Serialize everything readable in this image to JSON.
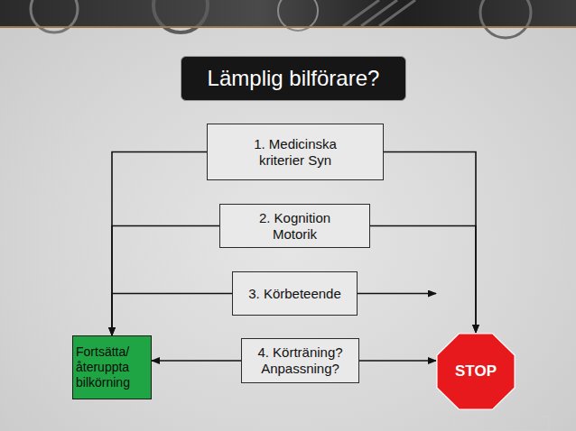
{
  "diagram": {
    "title": "Lämplig bilförare?",
    "nodes": [
      {
        "text": [
          "1. Medicinska kriterier Syn"
        ]
      },
      {
        "text": [
          "2. Kognition Motorik"
        ]
      },
      {
        "text": [
          "3. Körbeteende"
        ]
      },
      {
        "text": [
          "4. Körträning? Anpassning?"
        ]
      },
      {
        "text": [
          "Fortsätta/ återuppta bilkörning"
        ]
      },
      {
        "text": [
          "STOP"
        ]
      }
    ],
    "edges": [
      {
        "from": 0,
        "to": 4,
        "arrow": "to"
      },
      {
        "from": 1,
        "to": 4,
        "arrow": "to"
      },
      {
        "from": 2,
        "to": 4,
        "arrow": "to"
      },
      {
        "from": 0,
        "to": 5,
        "arrow": "to"
      },
      {
        "from": 1,
        "to": 5,
        "arrow": "to"
      },
      {
        "from": 2,
        "to": 5,
        "arrow": "to"
      },
      {
        "from": 3,
        "to": 4,
        "arrow": "to"
      },
      {
        "from": 3,
        "to": 5,
        "arrow": "to"
      }
    ]
  }
}
